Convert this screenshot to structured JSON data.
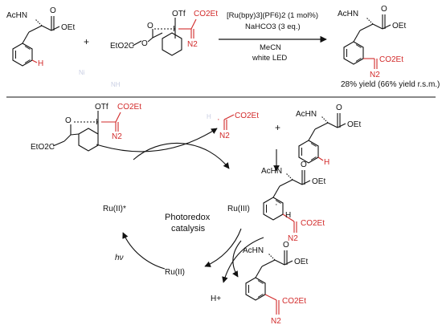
{
  "colors": {
    "ink": "#111111",
    "highlight": "#d22a2a",
    "faint": "#c9cfe3"
  },
  "reaction": {
    "substrate": {
      "nh_label": "AcHN",
      "ester_label": "OEt",
      "carbonyl_o": "O",
      "h_label": "H"
    },
    "plus": "+",
    "reagent": {
      "otf_label": "OTf",
      "i_label": "I",
      "co2et_label": "CO2Et",
      "n2_label": "N2",
      "ester_label": "EtO2C",
      "carbonyl_o": "O",
      "o_link": "O"
    },
    "conditions": {
      "line1": "[Ru(bpy)3](PF6)2 (1 mol%)",
      "line2": "NaHCO3 (3 eq.)",
      "line3": "MeCN",
      "line4": "white LED"
    },
    "product": {
      "nh_label": "AcHN",
      "ester_label": "OEt",
      "carbonyl_o": "O",
      "co2et_label": "CO2Et",
      "n2_label": "N2"
    },
    "yield": "28% yield (66% yield r.s.m.)"
  },
  "mechanism": {
    "reagent": {
      "otf_label": "OTf",
      "i_label": "I",
      "co2et_label": "CO2Et",
      "n2_label": "N2",
      "ester_label": "EtO2C",
      "carbonyl_o": "O"
    },
    "faint_marks": [
      "Ni",
      "NH",
      "H"
    ],
    "radical": {
      "co2et_label": "CO2Et",
      "n2_label": "N2"
    },
    "plus": "+",
    "substrate": {
      "nh_label": "AcHN",
      "ester_label": "OEt",
      "carbonyl_o": "O",
      "h_label": "H"
    },
    "intermediate": {
      "nh_label": "AcHN",
      "ester_label": "OEt",
      "carbonyl_o": "O",
      "h_label": "H",
      "co2et_label": "CO2Et",
      "n2_label": "N2"
    },
    "product": {
      "nh_label": "AcHN",
      "ester_label": "OEt",
      "carbonyl_o": "O",
      "co2et_label": "CO2Et",
      "n2_label": "N2"
    },
    "cycle": {
      "center_line1": "Photoredox",
      "center_line2": "catalysis",
      "ru_excited": "Ru(II)*",
      "ru_iii": "Ru(III)",
      "ru_ii": "Ru(II)",
      "hv": "hν",
      "proton": "H+"
    }
  }
}
